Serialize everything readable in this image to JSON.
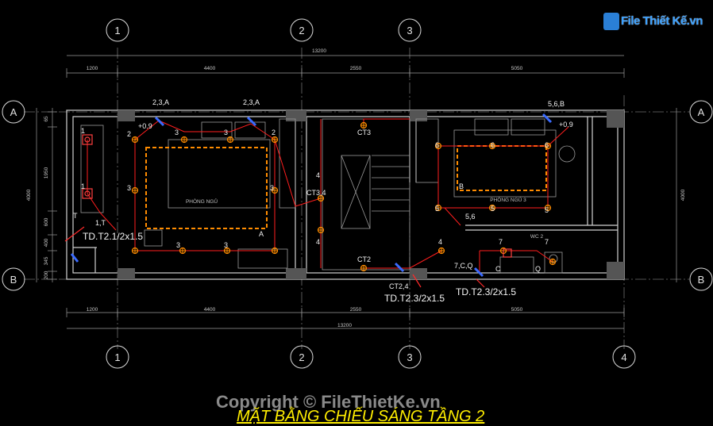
{
  "logo": {
    "text": "File Thiết Kế.vn"
  },
  "copyright": "Copyright © FileThietKe.vn",
  "title": "MẶT BẰNG CHIẾU SÁNG TẦNG 2",
  "grid_columns": [
    "1",
    "2",
    "3",
    "4"
  ],
  "grid_rows": [
    "A",
    "B"
  ],
  "dimensions": {
    "top_total": "13200",
    "top_segments": [
      "1200",
      "4400",
      "2550",
      "5050"
    ],
    "bottom_segments": [
      "1200",
      "4400",
      "2550",
      "5050"
    ],
    "bottom_total": "13200",
    "left_total": "4000",
    "left_segments": [
      "65",
      "1950",
      "600",
      "400",
      "345",
      "200"
    ],
    "right_total": "4000"
  },
  "rooms": {
    "bedroom_left": "PHÒNG NGỦ",
    "bedroom_right": "PHÒNG NGỦ 3",
    "wc": "WC 2"
  },
  "circuit_labels": {
    "sw_top_left_1": "2,3,A",
    "sw_top_left_2": "2,3,A",
    "sw_top_right": "5,6,B",
    "h_left": "+0.9",
    "h_right": "+0.9",
    "ct3": "CT3",
    "ct34": "CT3,4",
    "ct2": "CT2",
    "ct24": "CT2,4",
    "t1": "1,T",
    "t_mark": "T",
    "r56": "5,6",
    "r7cq": "7,C,Q",
    "room_a": "A",
    "room_b": "B",
    "wc_c": "C",
    "wc_q": "Q"
  },
  "panel_labels": {
    "td21": "TD.T2.1/2x1.5",
    "td23a": "TD.T2.3/2x1.5",
    "td23b": "TD.T2.3/2x1.5"
  },
  "fixture_numbers": {
    "n1a": "1",
    "n1b": "1",
    "n2a": "2",
    "n2b": "2",
    "n3a": "3",
    "n3b": "3",
    "n3c": "3",
    "n3d": "3",
    "n3e": "3",
    "n3f": "3",
    "n4a": "4",
    "n4b": "4",
    "n4c": "4",
    "n5a": "5",
    "n5b": "5",
    "n5c": "5",
    "n6a": "6",
    "n6b": "6",
    "n6c": "6",
    "n7a": "7",
    "n7b": "7"
  }
}
